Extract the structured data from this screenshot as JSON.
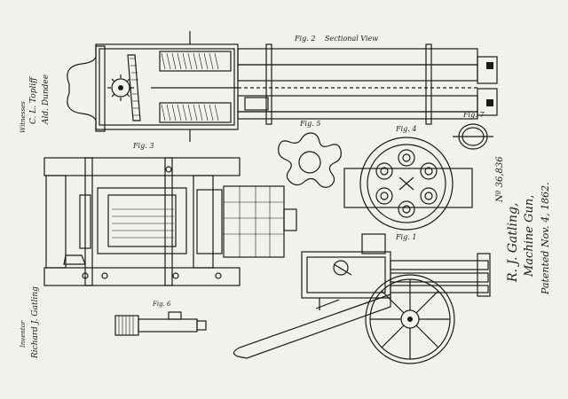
{
  "figures": {
    "fig1": "Fig. 1",
    "fig2": "Fig. 2",
    "fig2_caption": "Sectional View",
    "fig3": "Fig. 3",
    "fig4": "Fig. 4",
    "fig5": "Fig. 5",
    "fig6": "Fig. 6",
    "fig7": "Fig. 7"
  },
  "title_block": {
    "inventor_name": "R. J. Gatling,",
    "invention": "Machine Gun,",
    "patent_number": "Nº 36,836",
    "patented": "Patented Nov. 4, 1862."
  },
  "witnesses": {
    "label": "Witnesses",
    "names": [
      "C. L. Topliff",
      "Ald. Dundee"
    ]
  },
  "inventor_block": {
    "label": "Inventor",
    "signature": "Richard J. Gatling"
  },
  "icons": [
    "gatling-gun-diagram",
    "gear-icon",
    "barrel-cluster-icon"
  ]
}
